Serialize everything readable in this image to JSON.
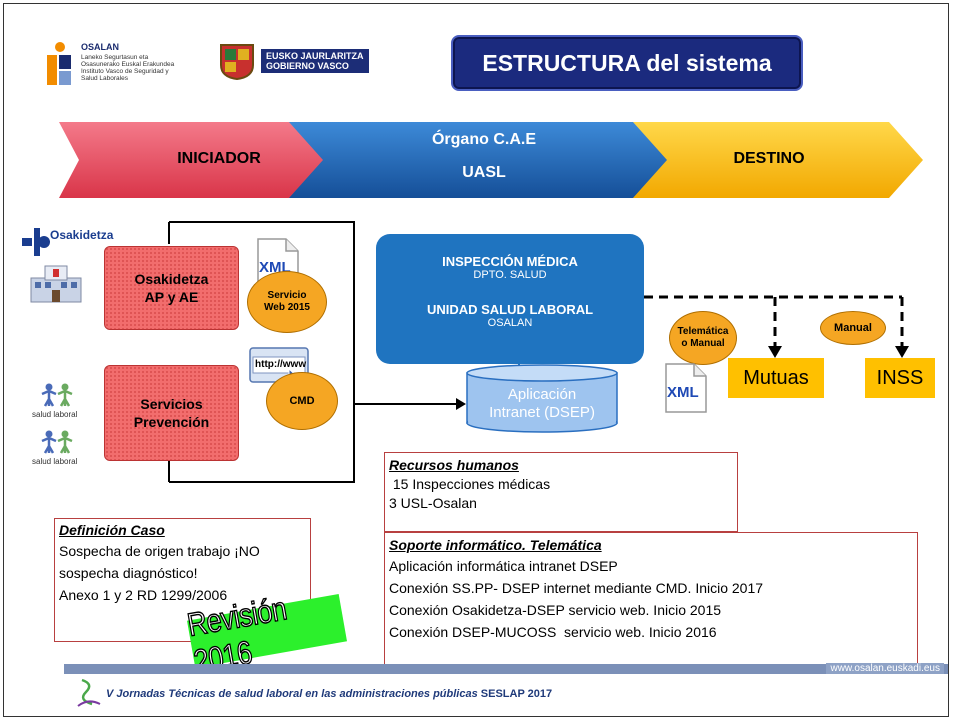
{
  "header": {
    "title": "ESTRUCTURA del sistema",
    "osalan_name": "OSALAN",
    "osalan_line1": "Laneko Segurtasun eta",
    "osalan_line2": "Osasunerako Euskal Erakundea",
    "osalan_line3": "Instituto Vasco de Seguridad y",
    "osalan_line4": "Salud Laborales",
    "gv_line1": "EUSKO JAURLARITZA",
    "gv_line2": "GOBIERNO VASCO"
  },
  "flow": {
    "iniciador": "INICIADOR",
    "organo_line1": "Órgano C.A.E",
    "organo_line2": "UASL",
    "destino": "DESTINO"
  },
  "left": {
    "osakidetza_logo": "Osakidetza",
    "osakidetza_box_line1": "Osakidetza",
    "osakidetza_box_line2": "AP y AE",
    "xml_label": "XML",
    "servicio_web_line1": "Servicio",
    "servicio_web_line2": "Web 2015",
    "http_label": "http://www",
    "servicios_line1": "Servicios",
    "servicios_line2": "Prevención",
    "cmd_label": "CMD",
    "salud_laboral_1": "salud laboral",
    "salud_laboral_2": "salud laboral"
  },
  "center": {
    "inspeccion_title": "INSPECCIÓN MÉDICA",
    "inspeccion_sub": "DPTO. SALUD",
    "unidad_title": "UNIDAD SALUD LABORAL",
    "unidad_sub": "OSALAN",
    "aplicacion_line1": "Aplicación",
    "aplicacion_line2": "Intranet (DSEP)"
  },
  "right": {
    "telematica_line1": "Telemática",
    "telematica_line2": "o Manual",
    "manual": "Manual",
    "xml_label": "XML",
    "mutuas": "Mutuas",
    "inss": "INSS"
  },
  "recursos": {
    "heading": "Recursos humanos",
    "line1": " 15 Inspecciones médicas",
    "line2": "3 USL-Osalan"
  },
  "soporte": {
    "heading": "Soporte informático. Telemática",
    "line1": "Aplicación informática intranet DSEP",
    "line2": "Conexión SS.PP- DSEP internet mediante CMD. Inicio 2017",
    "line3": "Conexión Osakidetza-DSEP servicio web. Inicio 2015",
    "line4": "Conexión DSEP-MUCOSS  servicio web. Inicio 2016"
  },
  "definicion": {
    "heading": "Definición Caso",
    "line1": "Sospecha de origen trabajo ¡NO",
    "line2": "sospecha diagnóstico!",
    "line3": "Anexo 1 y 2 RD 1299/2006"
  },
  "revision": "Revisión 2016",
  "footer": {
    "url": "www.osalan.euskadi.eus",
    "text": "V Jornadas Técnicas de salud laboral en las administraciones públicas SESLAP 2017",
    "text_italic": "V Jornadas Técnicas de salud laboral en las administraciones públicas ",
    "text_bold": "SESLAP 2017"
  },
  "colors": {
    "red_arrow": "#e8455a",
    "blue_arrow": "#1f6fc0",
    "yellow_arrow": "#ffc000",
    "title_bg": "#1b2a7e",
    "orange": "#f5a623",
    "box_red": "#f26d6d"
  }
}
